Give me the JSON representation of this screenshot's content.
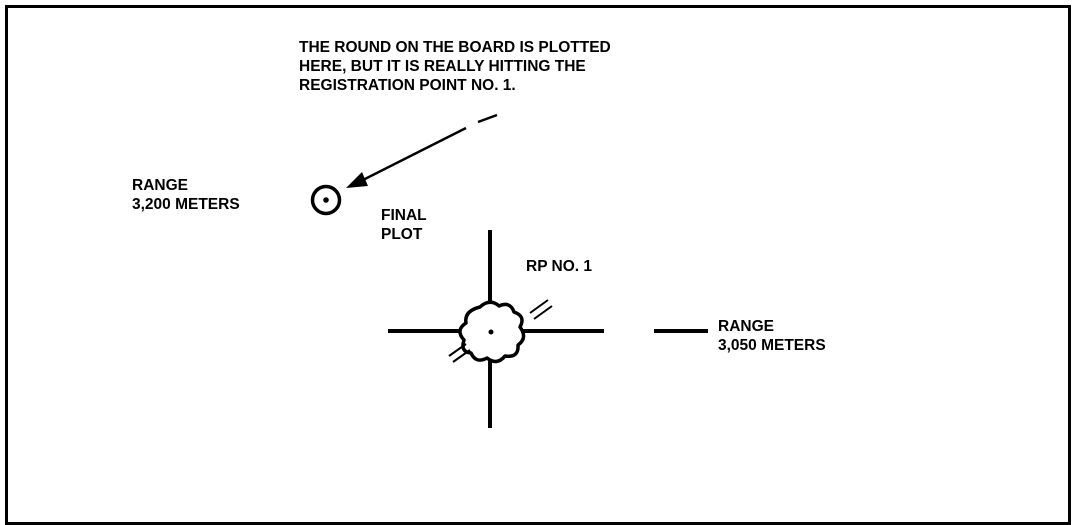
{
  "callout": {
    "lines": [
      "THE ROUND ON THE BOARD IS PLOTTED",
      "HERE, BUT IT IS REALLY HITTING THE",
      "REGISTRATION POINT NO. 1."
    ]
  },
  "plotted_round": {
    "range_label": "RANGE",
    "range_value": "3,200 METERS",
    "final_plot_line1": "FINAL",
    "final_plot_line2": "PLOT"
  },
  "registration_point": {
    "label": "RP NO. 1",
    "range_label": "RANGE",
    "range_value": "3,050 METERS"
  },
  "icons": {
    "plot_symbol": "circled-dot-icon",
    "burst_symbol": "burst-icon",
    "crosshair": "crosshair-icon",
    "arrow": "arrow-icon"
  }
}
